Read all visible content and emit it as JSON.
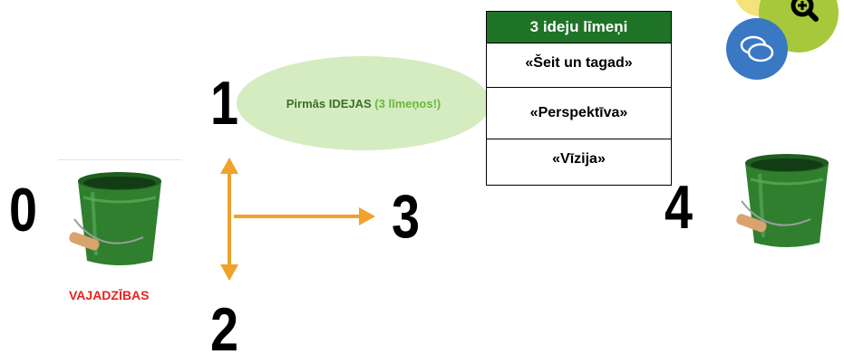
{
  "steps": {
    "zero": "0",
    "one": "1",
    "two": "2",
    "three": "3",
    "four": "4"
  },
  "needs_label": "VAJADZĪBAS",
  "ideas_bubble": {
    "main": "Pirmās IDEJAS",
    "highlight": "(3 līmeņos!)"
  },
  "levels_table": {
    "title": "3 ideju līmeņi",
    "rows": [
      "«Šeit un tagad»",
      "«Perspektīva»",
      "«Vīzija»"
    ]
  },
  "colors": {
    "arrow": "#f0a22a",
    "table_header": "#1e7326",
    "needs": "#e8231d",
    "bubble": "#d5ecc0",
    "bucket": "#2e7d2e"
  },
  "icons": {
    "bucket_left": "green-bucket-icon",
    "bucket_right": "green-bucket-icon",
    "zoom": "zoom-in-icon",
    "chat": "chat-bubbles-icon"
  }
}
